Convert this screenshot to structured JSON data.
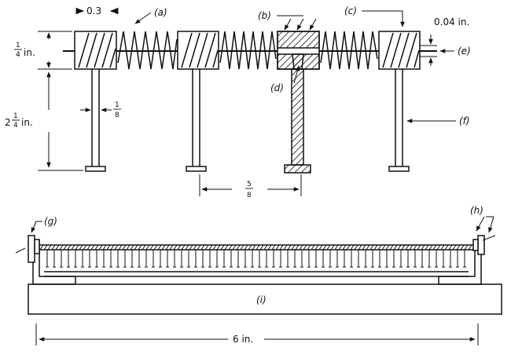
{
  "labels": {
    "a": "(a)",
    "b": "(b)",
    "c": "(c)",
    "d": "(d)",
    "e": "(e)",
    "f": "(f)",
    "g": "(g)",
    "h": "(h)",
    "i": "(i)"
  },
  "dimensions": {
    "width_top": "0.3",
    "thickness": "0.04 in.",
    "height_quarter": "1/4 in.",
    "height_quarter_whole": "",
    "height_quarter_num": "1",
    "height_quarter_den": "4",
    "height_quarter_unit": "in.",
    "height_post_whole": "2",
    "height_post_num": "1",
    "height_post_den": "4",
    "height_post_unit": "in.",
    "post_width_num": "1",
    "post_width_den": "8",
    "spacing_num": "5",
    "spacing_den": "8",
    "overall_length": "6 in."
  },
  "colors": {
    "ink": "#111111",
    "paper": "#ffffff"
  }
}
